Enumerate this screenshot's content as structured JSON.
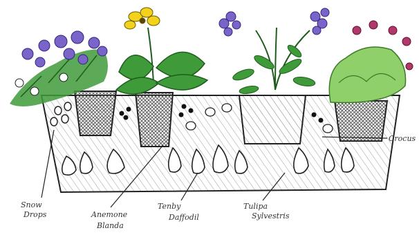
{
  "labels": {
    "snow_drops_line1": "Snow",
    "snow_drops_line2": "Drops",
    "anemone_line1": "Anemone",
    "anemone_line2": "Blanda",
    "tenby_line1": "Tenby",
    "tenby_line2": "Daffodil",
    "tulipa_line1": "Tulipa",
    "tulipa_line2": "Sylvestris",
    "crocus": "Crocus"
  },
  "colors": {
    "ink": "#222222",
    "soil_hatch": "#9a9a9a",
    "leaf_green": "#3f9a3a",
    "light_green": "#8fd06a",
    "violet": "#7a63c9",
    "yellow": "#f2d21b",
    "magenta": "#b2386b"
  }
}
